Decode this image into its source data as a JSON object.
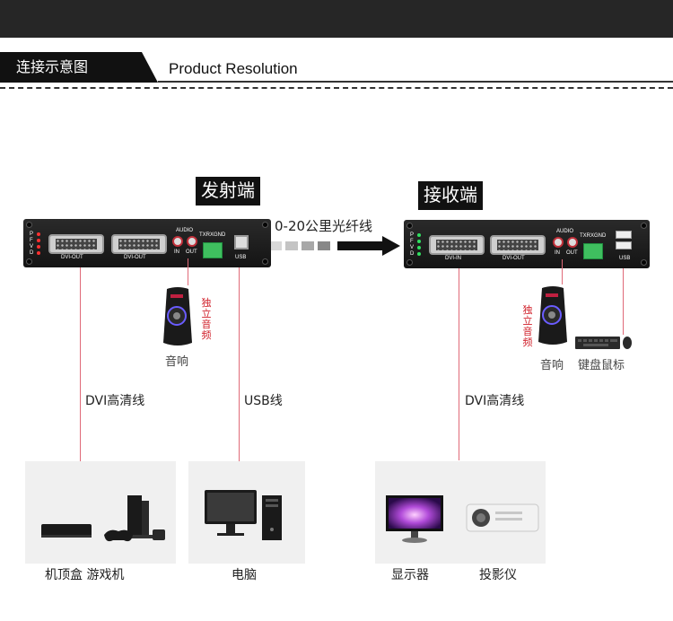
{
  "header": {
    "tag": "连接示意图",
    "title": "Product Resolution"
  },
  "sender": {
    "title": "发射端",
    "leds": [
      "P",
      "F",
      "V",
      "D"
    ],
    "port1": "DVI-OUT",
    "port2": "DVI-OUT",
    "audio": "AUDIO",
    "audio_in": "IN",
    "audio_out": "OUT",
    "serial": "TXRXGND",
    "usb": "USB"
  },
  "receiver": {
    "title": "接收端",
    "leds": [
      "P",
      "F",
      "V",
      "D"
    ],
    "port1": "DVI-IN",
    "port2": "DVI-OUT",
    "audio": "AUDIO",
    "audio_in": "IN",
    "audio_out": "OUT",
    "serial": "TXRXGND",
    "usb": "USB"
  },
  "fiber_label": "0-20公里光纤线",
  "labels": {
    "speaker_left": "音响",
    "indep_audio_left": "独立音频",
    "speaker_right": "音响",
    "keyboard_mouse": "键盘鼠标",
    "indep_audio_right": "独立音频",
    "dvi_cable_left": "DVI高清线",
    "usb_cable": "USB线",
    "dvi_cable_right": "DVI高清线",
    "settop_console": "机顶盒 游戏机",
    "computer": "电脑",
    "monitor": "显示器",
    "projector": "投影仪"
  },
  "colors": {
    "line": "#e06a78",
    "accent_red": "#d0202a",
    "dark": "#111111"
  }
}
